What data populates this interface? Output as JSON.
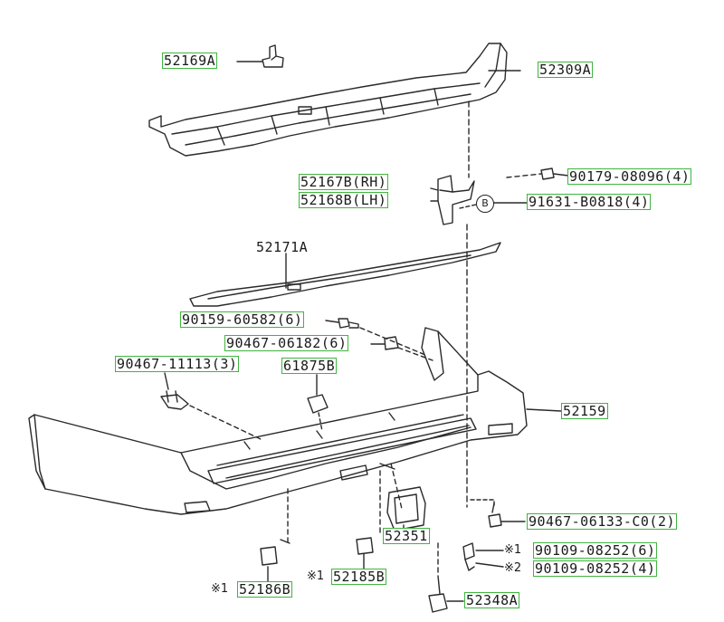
{
  "diagram": {
    "parts": {
      "p52169A": "52169A",
      "p52309A": "52309A",
      "p52167B": "52167B(RH)",
      "p52168B": "52168B(LH)",
      "p90179": "90179-08096(4)",
      "p91631": "91631-B0818(4)",
      "p52171A": "52171A",
      "p90159": "90159-60582(6)",
      "p90467a": "90467-06182(6)",
      "p90467b": "90467-11113(3)",
      "p61875B": "61875B",
      "p52159": "52159",
      "p90467c": "90467-06133-C0(2)",
      "p52351": "52351",
      "p90109a": "90109-08252(6)",
      "p90109b": "90109-08252(4)",
      "p52186B": "52186B",
      "p52185B": "52185B",
      "p52348A": "52348A"
    },
    "marks": {
      "note1": "※1",
      "note2": "※2",
      "circle_b": "B"
    },
    "colors": {
      "line": "#2a2a2a",
      "callout_box": "#3fb53f",
      "background": "#ffffff"
    }
  }
}
